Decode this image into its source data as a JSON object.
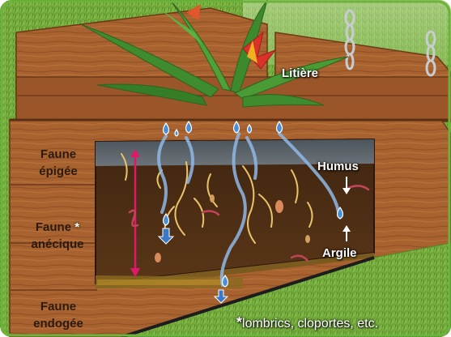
{
  "labels": {
    "litiere": "Litière",
    "humus": "Humus",
    "argile": "Argile",
    "faune_epigee_line1": "Faune",
    "faune_epigee_line2": "épigée",
    "faune_anecique_line1": "Faune",
    "faune_anecique_asterisk": "*",
    "faune_anecique_line2": "anécique",
    "faune_endogee_line1": "Faune",
    "faune_endogee_line2": "endogée"
  },
  "footnote": {
    "asterisk": "*",
    "text": "lombrics, cloportes, etc."
  },
  "colors": {
    "wood": "#a8622f",
    "soil": "#4a2d16",
    "litter": "#5f6870",
    "clay": "#7a5a1e",
    "grass": "#6fa63a",
    "frame_border": "#6bb33a",
    "water": "#4a8fd4",
    "arrow_magenta": "#e0186a"
  },
  "icons": [
    "water-drop-icon",
    "root-icon",
    "chain-icon",
    "flower-icon",
    "worm-icon"
  ]
}
